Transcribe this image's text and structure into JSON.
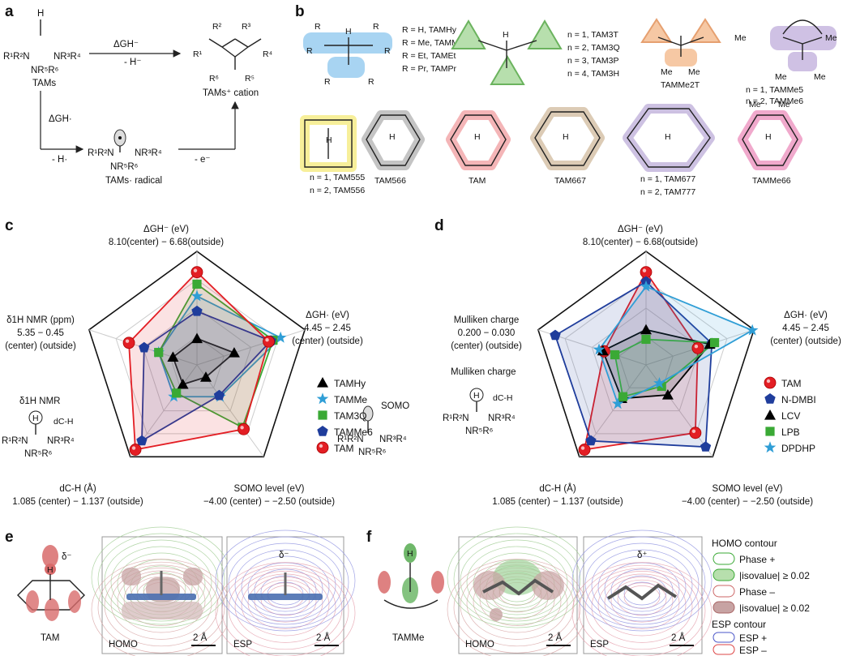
{
  "panels": {
    "a": "a",
    "b": "b",
    "c": "c",
    "d": "d",
    "e": "e",
    "f": "f"
  },
  "a": {
    "tams": "TAMs",
    "dG_hydride": "ΔGH⁻",
    "minus_hydride": "- H⁻",
    "dG_radical": "ΔGH·",
    "minus_radical": "- H·",
    "minus_e": "- e⁻",
    "cation": "TAMs⁺ cation",
    "radical": "TAMs· radical",
    "r1r2n": "R¹R²N",
    "nr3r4": "NR³R⁴",
    "nr5r6": "NR⁵R⁶",
    "h": "H"
  },
  "b": {
    "substituents": [
      "R = H, TAMHy",
      "R = Me, TAMMe",
      "R = Et, TAMEt",
      "R = Pr, TAMPr"
    ],
    "aziridine_n": [
      "n = 1, TAM3T",
      "n = 2, TAM3Q",
      "n = 3, TAM3P",
      "n = 4, TAM3H"
    ],
    "me2t": "TAMMe2T",
    "me5": [
      "n = 1, TAMMe5",
      "n = 2, TAMMe6"
    ],
    "tam555": [
      "n = 1, TAM555",
      "n = 2, TAM556"
    ],
    "tam566": "TAM566",
    "tam": "TAM",
    "tam667": "TAM667",
    "tam677": [
      "n = 1, TAM677",
      "n = 2, TAM777"
    ],
    "tamme66": "TAMMe66",
    "me": "Me"
  },
  "radar_axes": {
    "top": [
      "ΔGH⁻ (eV)",
      "8.10(center) − 6.68(outside)"
    ],
    "right": [
      "ΔGH· (eV)",
      "4.45 − 2.45",
      "(center) (outside)"
    ],
    "bottom_right": [
      "SOMO level (eV)",
      "−4.00 (center) − −2.50 (outside)"
    ],
    "bottom_left": [
      "dC-H (Å)",
      "1.085 (center) − 1.137 (outside)"
    ],
    "left_c": [
      "δ1H NMR (ppm)",
      "5.35 − 0.45",
      "(center) (outside)"
    ],
    "left_d": [
      "Mulliken charge",
      "0.200 − 0.030",
      "(center) (outside)"
    ]
  },
  "c_side": {
    "nmr": "δ1H NMR",
    "dch": "dC-H",
    "somo": "SOMO"
  },
  "d_side": {
    "mulliken": "Mulliken charge",
    "dch": "dC-H"
  },
  "chart_data": [
    {
      "type": "radar",
      "panel": "c",
      "axes": [
        "ΔGH⁻",
        "ΔGH·",
        "SOMO level",
        "dC-H",
        "δ1H NMR"
      ],
      "axis_ranges": [
        [
          8.1,
          6.68
        ],
        [
          4.45,
          2.45
        ],
        [
          -4.0,
          -2.5
        ],
        [
          1.085,
          1.137
        ],
        [
          5.35,
          0.45
        ]
      ],
      "series": [
        {
          "name": "TAMHy",
          "marker": "triangle",
          "color": "#000000",
          "values": [
            7.77,
            3.76,
            -3.8,
            1.096,
            4.26
          ]
        },
        {
          "name": "TAMMe",
          "marker": "star",
          "color": "#2f9ed6",
          "values": [
            7.24,
            2.9,
            -3.48,
            1.103,
            3.61
          ]
        },
        {
          "name": "TAM3Q",
          "marker": "square",
          "color": "#3aa935",
          "values": [
            7.09,
            3.04,
            -2.98,
            1.101,
            3.61
          ]
        },
        {
          "name": "TAMMe6",
          "marker": "pentagon",
          "color": "#1f3d9c",
          "values": [
            7.43,
            3.08,
            -3.5,
            1.128,
            2.95
          ]
        },
        {
          "name": "TAM",
          "marker": "sphere",
          "color": "#e31e24",
          "values": [
            6.94,
            3.12,
            -2.95,
            1.133,
            2.26
          ]
        }
      ]
    },
    {
      "type": "radar",
      "panel": "d",
      "axes": [
        "ΔGH⁻",
        "ΔGH·",
        "SOMO level",
        "dC-H",
        "Mulliken charge"
      ],
      "axis_ranges": [
        [
          8.1,
          6.68
        ],
        [
          4.45,
          2.45
        ],
        [
          -4.0,
          -2.5
        ],
        [
          1.085,
          1.137
        ],
        [
          0.2,
          0.03
        ]
      ],
      "series": [
        {
          "name": "TAM",
          "marker": "sphere",
          "color": "#e31e24",
          "values": [
            6.94,
            3.49,
            -2.89,
            1.133,
            0.134
          ]
        },
        {
          "name": "N-DMBI",
          "marker": "pentagon",
          "color": "#1f3d9c",
          "values": [
            7.06,
            3.23,
            -2.66,
            1.128,
            0.057
          ]
        },
        {
          "name": "LCV",
          "marker": "triangle",
          "color": "#000000",
          "values": [
            7.66,
            3.27,
            -3.51,
            1.104,
            0.132
          ]
        },
        {
          "name": "LPB",
          "marker": "square",
          "color": "#3aa935",
          "values": [
            7.78,
            3.18,
            -3.65,
            1.103,
            0.151
          ]
        },
        {
          "name": "DPDHP",
          "marker": "star",
          "color": "#2f9ed6",
          "values": [
            7.12,
            2.48,
            -3.7,
            1.107,
            0.126
          ]
        }
      ]
    }
  ],
  "e": {
    "tam": "TAM",
    "delta": "δ⁻",
    "homo": "HOMO",
    "esp": "ESP",
    "scale": "2 Å",
    "h": "H"
  },
  "f": {
    "tamme": "TAMMe",
    "delta": "δ⁺",
    "homo": "HOMO",
    "esp": "ESP",
    "scale": "2 Å",
    "h": "H"
  },
  "legend_contour": {
    "homo_title": "HOMO contour",
    "items": [
      "Phase +",
      "|isovalue| ≥ 0.02",
      "Phase –",
      "|isovalue| ≥ 0.02"
    ],
    "esp_title": "ESP contour",
    "esp_items": [
      "ESP +",
      "ESP –"
    ]
  }
}
